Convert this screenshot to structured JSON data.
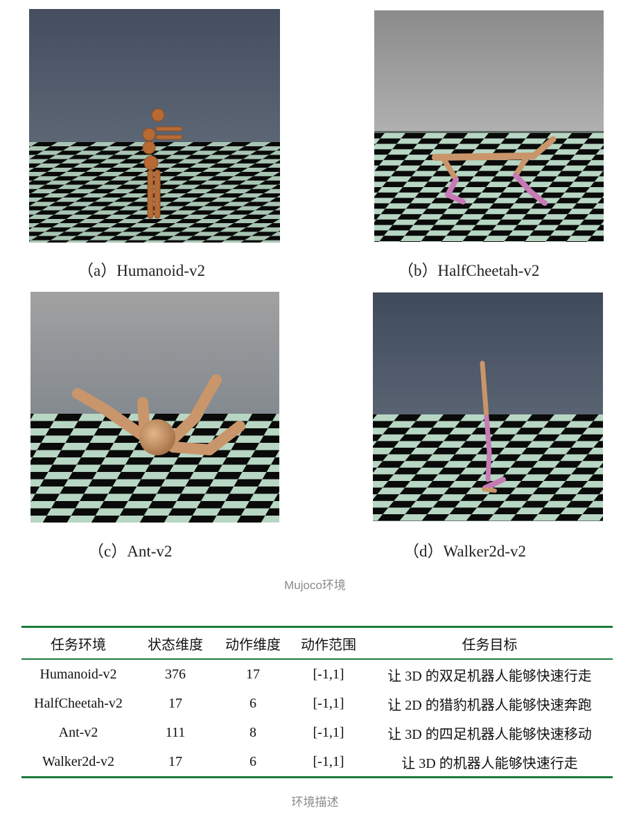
{
  "figure": {
    "panels": [
      {
        "label": "（a）Humanoid-v2",
        "name": "Humanoid-v2"
      },
      {
        "label": "（b）HalfCheetah-v2",
        "name": "HalfCheetah-v2"
      },
      {
        "label": "（c）Ant-v2",
        "name": "Ant-v2"
      },
      {
        "label": "（d）Walker2d-v2",
        "name": "Walker2d-v2"
      }
    ],
    "caption": "Mujoco环境"
  },
  "table": {
    "headers": [
      "任务环境",
      "状态维度",
      "动作维度",
      "动作范围",
      "任务目标"
    ],
    "rows": [
      [
        "Humanoid-v2",
        "376",
        "17",
        "[-1,1]",
        "让 3D 的双足机器人能够快速行走"
      ],
      [
        "HalfCheetah-v2",
        "17",
        "6",
        "[-1,1]",
        "让 2D 的猎豹机器人能够快速奔跑"
      ],
      [
        "Ant-v2",
        "111",
        "8",
        "[-1,1]",
        "让 3D 的四足机器人能够快速移动"
      ],
      [
        "Walker2d-v2",
        "17",
        "6",
        "[-1,1]",
        "让 3D 的机器人能够快速行走"
      ]
    ],
    "caption": "环境描述"
  },
  "colors": {
    "rule": "#1a7a3a",
    "caption": "#8a8a8a",
    "floor_light": "#b7d6c3",
    "floor_dark": "#0a0a0a",
    "body_tan": "#c9956a",
    "limb_pink": "#c77ab5",
    "humanoid_orange": "#b86a35"
  }
}
